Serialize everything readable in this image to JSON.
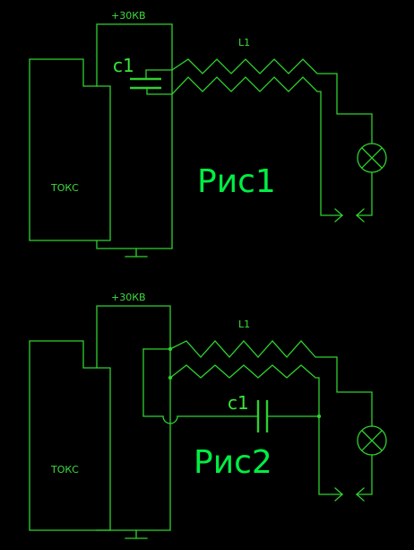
{
  "colors": {
    "background": "#000000",
    "wire": "#2fd12f",
    "label_small": "#3ddc3d",
    "label_c1": "#39e639",
    "label_title": "#00ee44"
  },
  "figure1": {
    "voltage_label": "+30КВ",
    "inductor_label": "L1",
    "capacitor_label": "c1",
    "block_label": "ТОКС",
    "title": "Рис1",
    "lamp_icon": "lamp-x-icon",
    "ground_icon": "ground-icon"
  },
  "figure2": {
    "voltage_label": "+30КВ",
    "inductor_label": "L1",
    "capacitor_label": "c1",
    "block_label": "ТОКС",
    "title": "Рис2",
    "lamp_icon": "lamp-x-icon",
    "ground_icon": "ground-icon"
  }
}
